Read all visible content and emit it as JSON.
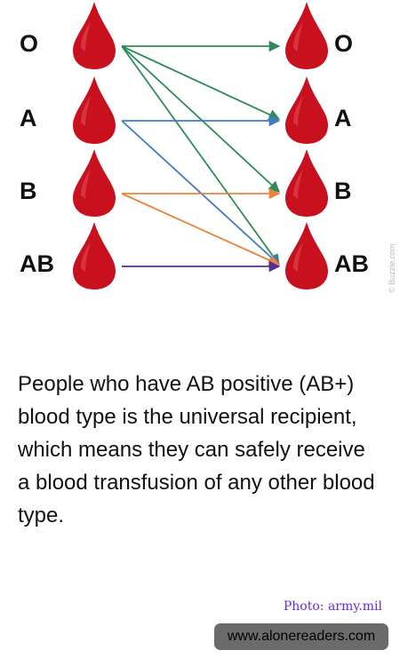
{
  "diagram": {
    "donors": [
      {
        "label": "O"
      },
      {
        "label": "A"
      },
      {
        "label": "B"
      },
      {
        "label": "AB"
      }
    ],
    "recipients": [
      {
        "label": "O"
      },
      {
        "label": "A"
      },
      {
        "label": "B"
      },
      {
        "label": "AB"
      }
    ],
    "image_credit": "© Buzzle.com",
    "arrows": [
      {
        "from": "O",
        "to": "O",
        "color": "#2e8b57"
      },
      {
        "from": "O",
        "to": "A",
        "color": "#2e8b57"
      },
      {
        "from": "O",
        "to": "B",
        "color": "#2e8b57"
      },
      {
        "from": "O",
        "to": "AB",
        "color": "#2e8b57"
      },
      {
        "from": "A",
        "to": "A",
        "color": "#3d7bc4"
      },
      {
        "from": "A",
        "to": "AB",
        "color": "#3d7bc4"
      },
      {
        "from": "B",
        "to": "B",
        "color": "#e9853a"
      },
      {
        "from": "B",
        "to": "AB",
        "color": "#e9853a"
      },
      {
        "from": "AB",
        "to": "AB",
        "color": "#5a2a9b"
      }
    ],
    "drop_color": "#c8101e"
  },
  "caption": "People who have AB positive (AB+) blood type is the universal recipient, which means they can safely receive a blood transfusion of any other blood type.",
  "photo_credit": "Photo: army.mil",
  "site": "www.alonereaders.com"
}
